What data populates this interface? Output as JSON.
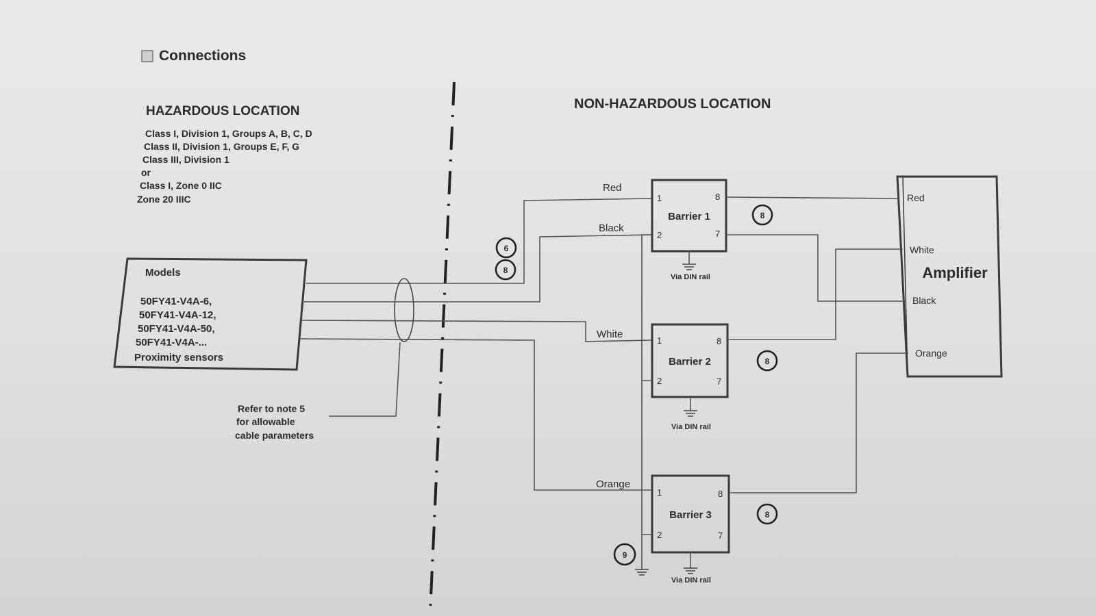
{
  "header": {
    "title": "Connections"
  },
  "hazardous": {
    "title": "HAZARDOUS LOCATION",
    "lines": [
      "Class I, Division 1, Groups A, B, C, D",
      "Class II, Division 1, Groups E, F, G",
      "Class III, Division 1",
      "or",
      "Class I, Zone 0 IIC",
      "Zone 20 IIIC"
    ]
  },
  "nonhazardous": {
    "title": "NON-HAZARDOUS LOCATION"
  },
  "models": {
    "heading": "Models",
    "lines": [
      "50FY41-V4A-6,",
      "50FY41-V4A-12,",
      "50FY41-V4A-50,",
      "50FY41-V4A-...",
      "Proximity sensors"
    ]
  },
  "cable_note": [
    "Refer to note 5",
    "for allowable",
    "cable parameters"
  ],
  "wire_labels": {
    "red": "Red",
    "black": "Black",
    "white": "White",
    "orange": "Orange"
  },
  "barriers": [
    {
      "name": "Barrier 1",
      "pin1": "1",
      "pin2": "2",
      "pin8": "8",
      "pin7": "7",
      "ground": "Via DIN rail",
      "note": "8"
    },
    {
      "name": "Barrier 2",
      "pin1": "1",
      "pin2": "2",
      "pin8": "8",
      "pin7": "7",
      "ground": "Via DIN rail",
      "note": "8"
    },
    {
      "name": "Barrier 3",
      "pin1": "1",
      "pin2": "2",
      "pin8": "8",
      "pin7": "7",
      "ground": "Via DIN rail",
      "note": "8"
    }
  ],
  "amplifier": {
    "name": "Amplifier",
    "terminals": [
      "Red",
      "White",
      "Black",
      "Orange"
    ]
  },
  "notes": {
    "n6": "6",
    "n8": "8",
    "n9": "9"
  }
}
